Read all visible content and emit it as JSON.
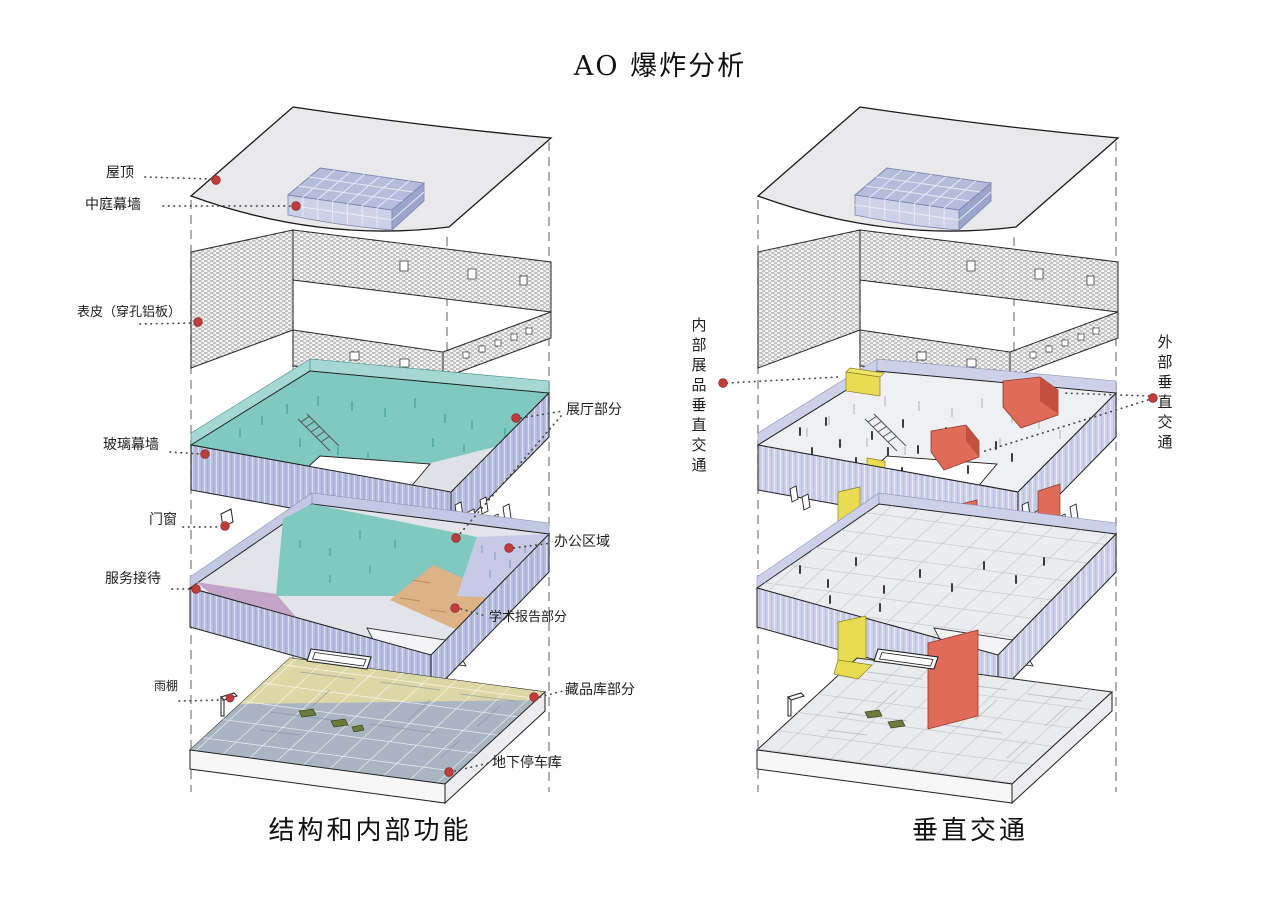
{
  "title": "AO 爆炸分析",
  "left_diagram": {
    "caption": "结构和内部功能",
    "labels": {
      "roof": "屋顶",
      "atrium_curtain_wall": "中庭幕墙",
      "skin_perforated_aluminum": "表皮（穿孔铝板）",
      "glass_curtain_wall": "玻璃幕墙",
      "doors_windows": "门窗",
      "service_reception": "服务接待",
      "rain_canopy": "雨棚",
      "exhibition_hall": "展厅部分",
      "office_area": "办公区域",
      "lecture_hall": "学术报告部分",
      "collection_storage": "藏品库部分",
      "underground_parking": "地下停车库"
    }
  },
  "right_diagram": {
    "caption": "垂直交通",
    "labels": {
      "internal_exhibit_vertical_circulation": "内部展品垂直交通",
      "external_vertical_circulation": "外部垂直交通"
    }
  },
  "colors": {
    "marker_red": "#c23c3c",
    "exhibition_teal": "#7fc9c0",
    "service_purple": "#c3a3c7",
    "lecture_orange": "#ddb286",
    "storage_yellow": "#ddd7a5",
    "parking_blue": "#a9b5c2",
    "circulation_red": "#df6b58",
    "circulation_yellow": "#e9dc52",
    "wall_lavender": "#b9bfe0"
  }
}
